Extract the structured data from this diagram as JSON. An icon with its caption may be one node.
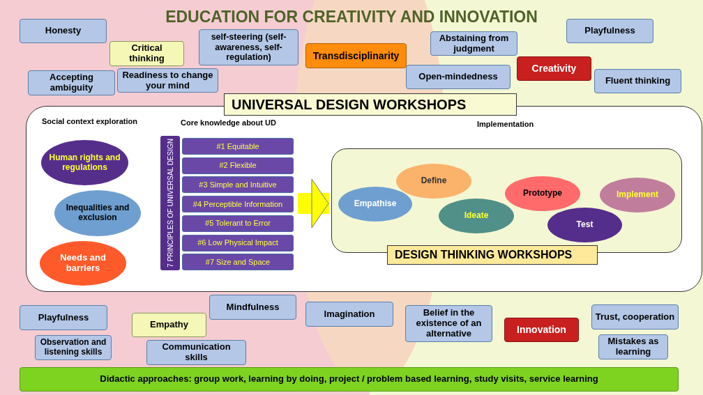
{
  "diagram": {
    "title": "EDUCATION FOR CREATIVITY AND INNOVATION",
    "nodes": [
      {
        "text": [
          "Honesty"
        ]
      },
      {
        "text": [
          "Playfulness"
        ]
      },
      {
        "text": [
          "self-steering (self-awareness, self-regulation)"
        ]
      },
      {
        "text": [
          "Abstaining from judgment"
        ]
      },
      {
        "text": [
          "Critical thinking"
        ]
      },
      {
        "text": [
          "Transdisciplinarity"
        ]
      },
      {
        "text": [
          "Creativity"
        ]
      },
      {
        "text": [
          "Accepting ambiguity"
        ]
      },
      {
        "text": [
          "Readiness to change your mind"
        ]
      },
      {
        "text": [
          "Open-mindedness"
        ]
      },
      {
        "text": [
          "Fluent thinking"
        ]
      },
      {
        "text": [
          "UNIVERSAL DESIGN WORKSHOPS"
        ]
      },
      {
        "text": [
          "Human rights and regulations"
        ],
        "in": 11
      },
      {
        "text": [
          "Inequalities and exclusion"
        ],
        "in": 11
      },
      {
        "text": [
          "Needs and barriers"
        ],
        "in": 11
      },
      {
        "text": [
          "7 PRINCIPLES OF UNIVERSAL DESIGN"
        ],
        "in": 11
      },
      {
        "text": [
          "#1 Equitable"
        ],
        "in": 11
      },
      {
        "text": [
          "#2 Flexible"
        ],
        "in": 11
      },
      {
        "text": [
          "#3 Simple and Intuitive"
        ],
        "in": 11
      },
      {
        "text": [
          "#4 Perceptible Information"
        ],
        "in": 11
      },
      {
        "text": [
          "#5 Tolerant to Error"
        ],
        "in": 11
      },
      {
        "text": [
          "#6 Low Physical Impact"
        ],
        "in": 11
      },
      {
        "text": [
          "#7 Size and Space"
        ],
        "in": 11
      },
      {
        "text": [
          "DESIGN THINKING WORKSHOPS"
        ],
        "in": 11
      },
      {
        "text": [
          "Empathise"
        ],
        "in": 23
      },
      {
        "text": [
          "Define"
        ],
        "in": 23
      },
      {
        "text": [
          "Ideate"
        ],
        "in": 23
      },
      {
        "text": [
          "Prototype"
        ],
        "in": 23
      },
      {
        "text": [
          "Test"
        ],
        "in": 23
      },
      {
        "text": [
          "Implement"
        ],
        "in": 23
      },
      {
        "text": [
          "Playfulness"
        ]
      },
      {
        "text": [
          "Mindfulness"
        ]
      },
      {
        "text": [
          "Imagination"
        ]
      },
      {
        "text": [
          "Belief in the existence of an alternative"
        ]
      },
      {
        "text": [
          "Trust, cooperation"
        ]
      },
      {
        "text": [
          "Empathy"
        ]
      },
      {
        "text": [
          "Innovation"
        ]
      },
      {
        "text": [
          "Observation and listening skills"
        ]
      },
      {
        "text": [
          "Communication skills"
        ]
      },
      {
        "text": [
          "Mistakes as learning"
        ]
      },
      {
        "text": [
          "Didactic approaches: group work, learning by doing, project / problem based learning, study visits, service learning"
        ]
      }
    ],
    "edges": [
      {
        "from": 19,
        "to": 23,
        "arrow": "to",
        "color": "#ffff00"
      }
    ],
    "labels": [
      "Social context exploration",
      "Core knowledge about UD",
      "Implementation"
    ]
  }
}
